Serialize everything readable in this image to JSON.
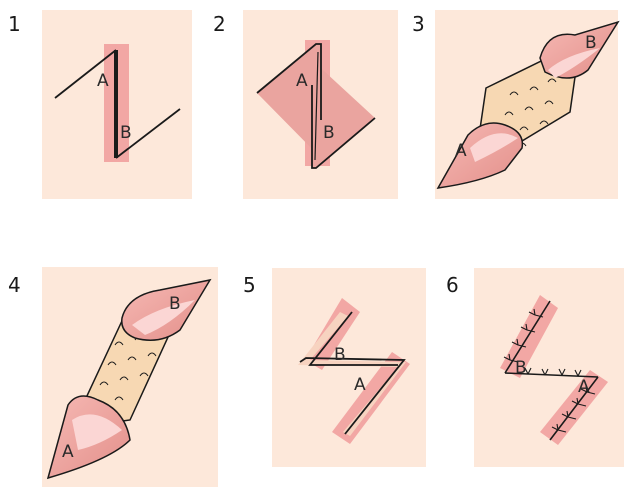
{
  "steps": [
    {
      "number": "1",
      "label_a": "A",
      "label_b": "B"
    },
    {
      "number": "2",
      "label_a": "A",
      "label_b": "B"
    },
    {
      "number": "3",
      "label_a": "A",
      "label_b": "B"
    },
    {
      "number": "4",
      "label_a": "A",
      "label_b": "B"
    },
    {
      "number": "5",
      "label_a": "A",
      "label_b": "B"
    },
    {
      "number": "6",
      "label_a": "A",
      "label_b": "B"
    }
  ],
  "colors": {
    "panel_bg": "#fde8da",
    "incision_highlight": "#f2a7a4",
    "flap_fill": "#eaa49f",
    "flap_light": "#fbd6d4",
    "wound_bed": "#f7d8b3",
    "line": "#1a1a1a"
  }
}
